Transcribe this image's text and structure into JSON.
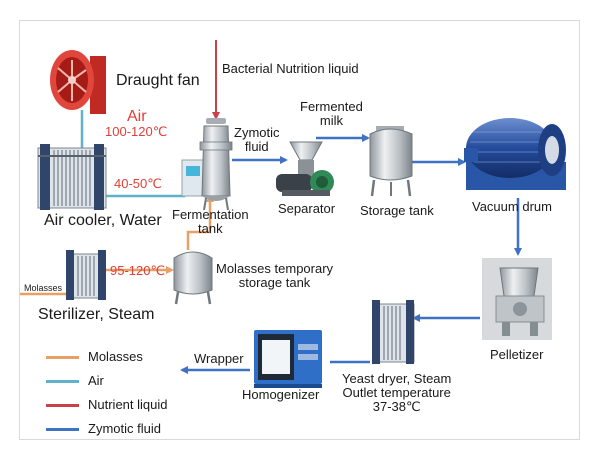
{
  "labels": {
    "draught_fan": "Draught fan",
    "bacterial_liquid": "Bacterial Nutrition liquid",
    "air": "Air",
    "temp_air": "100-120℃",
    "temp_cooler": "40-50℃",
    "zymotic_fluid": "Zymotic\nfluid",
    "fermented_milk": "Fermented\nmilk",
    "air_cooler": "Air cooler, Water",
    "fermentation_tank": "Fermentation\ntank",
    "separator": "Separator",
    "storage_tank": "Storage tank",
    "vacuum_drum": "Vacuum drum",
    "temp_sterilizer": "95-120℃",
    "molasses_small": "Molasses",
    "molasses_storage": "Molasses temporary\nstorage tank",
    "sterilizer": "Sterilizer, Steam",
    "pelletizer": "Pelletizer",
    "wrapper": "Wrapper",
    "homogenizer": "Homogenizer",
    "yeast_dryer": "Yeast dryer, Steam\nOutlet temperature\n37-38℃"
  },
  "legend": [
    {
      "label": "Molasses",
      "color": "#e9a064"
    },
    {
      "label": "Air",
      "color": "#5fb3c8"
    },
    {
      "label": "Nutrient liquid",
      "color": "#c8404a"
    },
    {
      "label": "Zymotic fluid",
      "color": "#3f72c4"
    }
  ],
  "colors": {
    "molasses": "#e9a064",
    "air": "#5fb3c8",
    "nutrient": "#c8404a",
    "zymotic": "#3f72c4",
    "temp_red": "#e0403a"
  }
}
